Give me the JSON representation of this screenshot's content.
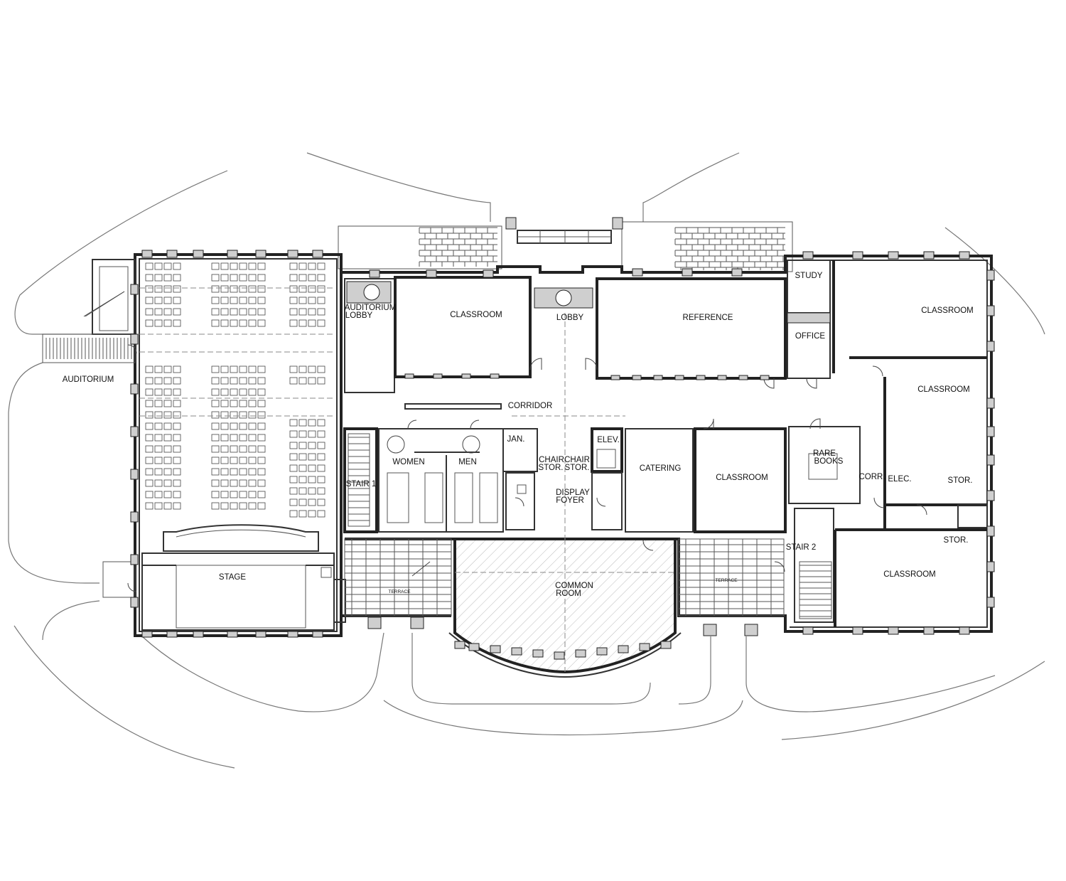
{
  "rooms": {
    "auditorium": "AUDITORIUM",
    "auditorium_lobby_1": "AUDITORIUM",
    "auditorium_lobby_2": "LOBBY",
    "classroom_1": "CLASSROOM",
    "lobby": "LOBBY",
    "reference": "REFERENCE",
    "study": "STUDY",
    "office": "OFFICE",
    "classroom_ne": "CLASSROOM",
    "corridor": "CORRIDOR",
    "classroom_e": "CLASSROOM",
    "jan": "JAN.",
    "women": "WOMEN",
    "men": "MEN",
    "chair_stor_1a": "CHAIR",
    "chair_stor_1b": "STOR.",
    "chair_stor_2a": "CHAIR",
    "chair_stor_2b": "STOR.",
    "elev": "ELEV.",
    "stair_1": "STAIR 1",
    "display_foyer_1": "DISPLAY",
    "display_foyer_2": "FOYER",
    "catering": "CATERING",
    "classroom_mid": "CLASSROOM",
    "rare_books_1": "RARE",
    "rare_books_2": "BOOKS",
    "corr": "CORR.",
    "elec": "ELEC.",
    "stor_1": "STOR.",
    "stor_2": "STOR.",
    "stair_2": "STAIR 2",
    "stage": "STAGE",
    "terrace_1": "TERRACE",
    "common_room_1": "COMMON",
    "common_room_2": "ROOM",
    "terrace_2": "TERRACE",
    "classroom_se": "CLASSROOM"
  }
}
